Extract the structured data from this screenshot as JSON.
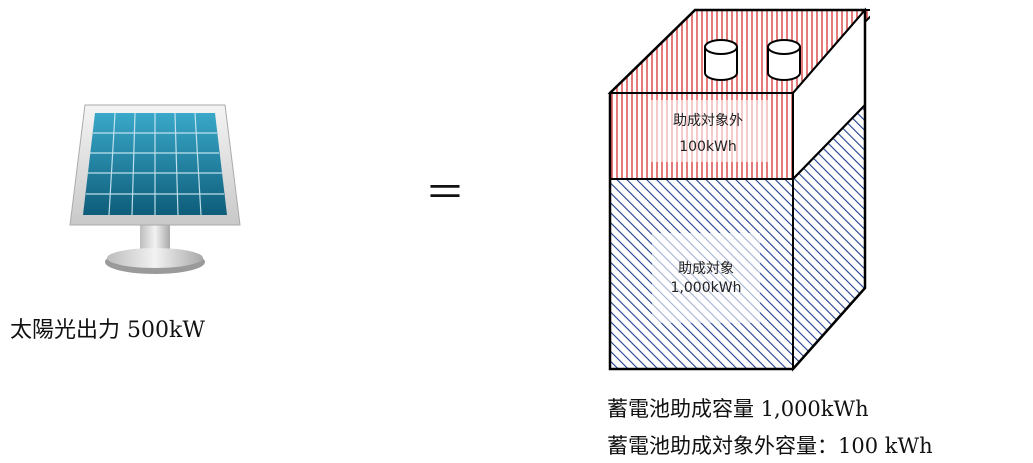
{
  "solar": {
    "label": "太陽光出力 500kW"
  },
  "equals_sign": "＝",
  "battery": {
    "excluded_box": {
      "line1": "助成対象外",
      "line2": "100kWh"
    },
    "eligible_box": {
      "line1": "助成対象",
      "line2": "1,000kWh"
    },
    "colors": {
      "excluded_hatch": "#d83030",
      "eligible_hatch": "#1f3f8f",
      "outline": "#000000"
    }
  },
  "captions": {
    "subsidy_capacity": "蓄電池助成容量 1,000kWh",
    "excluded_capacity": "蓄電池助成対象外容量：100 kWh"
  }
}
